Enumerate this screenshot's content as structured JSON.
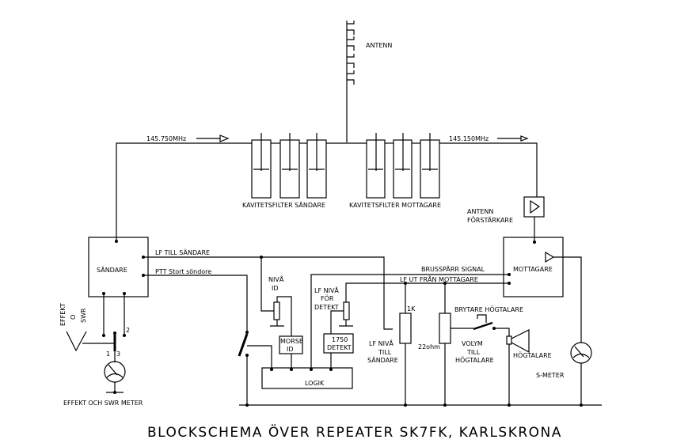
{
  "title": "BLOCKSCHEMA ÖVER REPEATER SK7FK, KARLSKRONA",
  "labels": {
    "antenna": "ANTENN",
    "tx_freq": "145.750MHz",
    "rx_freq": "145.150MHz",
    "cavity_tx": "KAVITETSFILTER SÄNDARE",
    "cavity_rx": "KAVITETSFILTER MOTTAGARE",
    "preamp_1": "ANTENN",
    "preamp_2": "FÖRSTÄRKARE",
    "transmitter": "SÄNDARE",
    "receiver": "MOTTAGARE",
    "lf_to_tx": "LF TILL SÄNDARE",
    "ptt": "PTT Stort söndore",
    "squelch": "BRUSSPÄRR SIGNAL",
    "lf_out_rx": "LF UT FRÅN MOTTAGARE",
    "level_id_1": "NIVÅ",
    "level_id_2": "ID",
    "lf_level_det_1": "LF NIVÅ",
    "lf_level_det_2": "FÖR",
    "lf_level_det_3": "DETEKT",
    "morse_1": "MORSE",
    "morse_2": "ID",
    "det1750_1": "1750",
    "det1750_2": "DETEKT",
    "logic": "LOGIK",
    "r1k": "1K",
    "lf_level_tx_1": "LF NIVÅ",
    "lf_level_tx_2": "TILL",
    "lf_level_tx_3": "SÄNDARE",
    "r22": "22ohm",
    "volume_1": "VOLYM",
    "volume_2": "TILL",
    "volume_3": "HÖGTALARE",
    "speaker_switch": "BRYTARE HÖGTALARE",
    "speaker": "HÖGTALARE",
    "smeter": "S-METER",
    "swr_1": "EFFEKT",
    "swr_2": "O",
    "swr_3": "SWR",
    "swr_meter": "EFFEKT OCH SWR METER",
    "sw_1": "1",
    "sw_2": "2",
    "sw_3": "3"
  }
}
